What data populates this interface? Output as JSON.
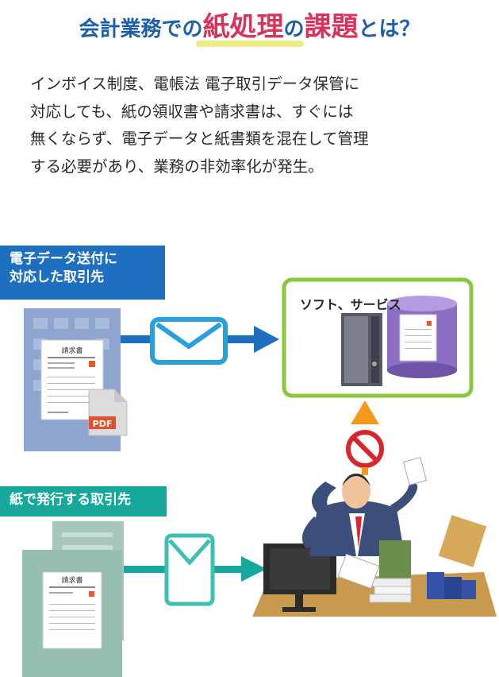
{
  "title": {
    "prefix": "会計業務での",
    "highlight": "紙処理",
    "middle": "の",
    "highlight2": "課題",
    "suffix": "とは？"
  },
  "description": [
    "インボイス制度、電帳法 電子取引データ保管に",
    "対応しても、紙の領収書や請求書は、すぐには",
    "無くならず、電子データと紙書類を混在して管理",
    "する必要があり、業務の非効率化が発生。"
  ],
  "labels": {
    "electronic_partner": [
      "電子データ送付に",
      "対応した取引先"
    ],
    "paper_partner": "紙で発行する取引先",
    "software": "ソフト、サービス"
  },
  "documents": {
    "invoice_title": "請求書",
    "pdf_badge": "PDF"
  },
  "colors": {
    "title_blue": "#1e5fa8",
    "title_red": "#d8335b",
    "blue_arrow": "#1e6fbf",
    "teal_arrow": "#16a89b",
    "green_frame": "#8cc63f",
    "warning_orange": "#f39a1e",
    "prohibit_red": "#d9262e"
  }
}
